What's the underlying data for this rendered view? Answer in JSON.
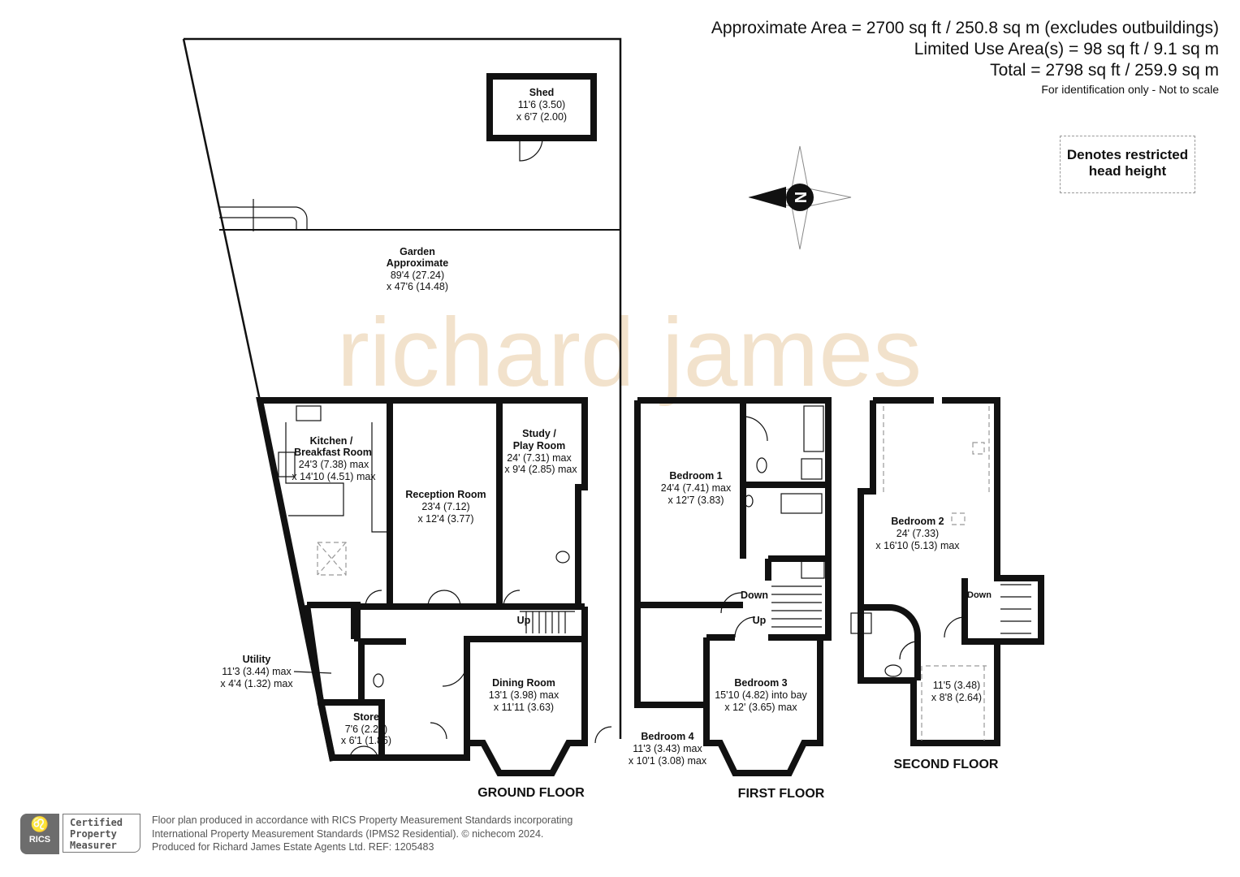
{
  "area": {
    "approximate": "Approximate Area = 2700 sq ft / 250.8 sq m (excludes outbuildings)",
    "limited": "Limited Use Area(s) = 98 sq ft / 9.1 sq m",
    "total": "Total = 2798 sq ft / 259.9 sq m",
    "note": "For identification only - Not to scale"
  },
  "legend": {
    "restricted": "Denotes restricted head height"
  },
  "compass": {
    "letter": "N",
    "icon": "compass-icon"
  },
  "watermark": "richard james",
  "watermark_color": "#f0dcc0",
  "rooms": {
    "shed": {
      "name": "Shed",
      "dim1": "11'6 (3.50)",
      "dim2": "x 6'7 (2.00)"
    },
    "garden": {
      "name": "Garden",
      "name2": "Approximate",
      "dim1": "89'4 (27.24)",
      "dim2": "x 47'6 (14.48)"
    },
    "kitchen": {
      "name": "Kitchen /",
      "name2": "Breakfast Room",
      "dim1": "24'3 (7.38) max",
      "dim2": "x 14'10 (4.51) max"
    },
    "reception": {
      "name": "Reception Room",
      "dim1": "23'4 (7.12)",
      "dim2": "x 12'4 (3.77)"
    },
    "study": {
      "name": "Study /",
      "name2": "Play Room",
      "dim1": "24' (7.31) max",
      "dim2": "x 9'4 (2.85) max"
    },
    "utility": {
      "name": "Utility",
      "dim1": "11'3 (3.44) max",
      "dim2": "x 4'4 (1.32) max"
    },
    "store": {
      "name": "Store",
      "dim1": "7'6 (2.29)",
      "dim2": "x 6'1 (1.85)"
    },
    "dining": {
      "name": "Dining Room",
      "dim1": "13'1 (3.98) max",
      "dim2": "x 11'11 (3.63)"
    },
    "bedroom1": {
      "name": "Bedroom 1",
      "dim1": "24'4 (7.41) max",
      "dim2": "x 12'7 (3.83)"
    },
    "bedroom3": {
      "name": "Bedroom 3",
      "dim1": "15'10 (4.82) into bay",
      "dim2": "x 12' (3.65) max"
    },
    "bedroom4": {
      "name": "Bedroom 4",
      "dim1": "11'3 (3.43) max",
      "dim2": "x 10'1 (3.08) max"
    },
    "bedroom2": {
      "name": "Bedroom 2",
      "dim1": "24' (7.33)",
      "dim2": "x 16'10 (5.13) max"
    },
    "bedroom2b": {
      "dim1": "11'5 (3.48)",
      "dim2": "x 8'8 (2.64)"
    }
  },
  "stairs": {
    "ground_up": "Up",
    "first_down": "Down",
    "first_up": "Up",
    "second_down": "Down"
  },
  "floors": {
    "ground": "GROUND FLOOR",
    "first": "FIRST FLOOR",
    "second": "SECOND FLOOR"
  },
  "footer": {
    "badge_logo": "RICS",
    "badge_line1": "Certified",
    "badge_line2": "Property",
    "badge_line3": "Measurer",
    "line1": "Floor plan produced in accordance with RICS Property Measurement Standards incorporating",
    "line2": "International Property Measurement Standards (IPMS2 Residential).  © nichecom 2024.",
    "line3": "Produced for Richard James Estate Agents Ltd.   REF:  1205483"
  }
}
